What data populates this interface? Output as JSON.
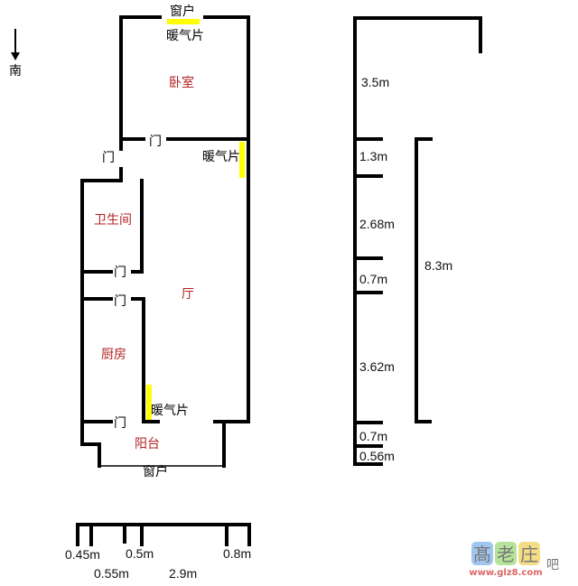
{
  "compass": {
    "label": "南",
    "icon": "arrow-down-icon"
  },
  "rooms": {
    "bedroom": "卧室",
    "bathroom": "卫生间",
    "living_room": "厅",
    "kitchen": "厨房",
    "balcony": "阳台"
  },
  "labels": {
    "window_top": "窗户",
    "window_bottom": "窗户",
    "radiator_top": "暖气片",
    "radiator_right": "暖气片",
    "radiator_kitchen": "暖气片",
    "door_bedroom": "门",
    "door_entry": "门",
    "door_bathroom": "门",
    "door_kitchen_top": "门",
    "door_kitchen_bottom": "门"
  },
  "vertical_dims": [
    "3.5m",
    "1.3m",
    "2.68m",
    "0.7m",
    "3.62m",
    "0.7m",
    "0.56m"
  ],
  "vertical_total": "8.3m",
  "horizontal_dims": {
    "top_row": [
      "0.45m",
      "0.5m",
      "0.8m"
    ],
    "bottom_row": [
      "0.55m",
      "2.9m"
    ]
  },
  "watermark": {
    "site": "www.glz8.com"
  },
  "colors": {
    "wall": "#000000",
    "room_label": "#b22222",
    "radiator": "#ffff00"
  }
}
